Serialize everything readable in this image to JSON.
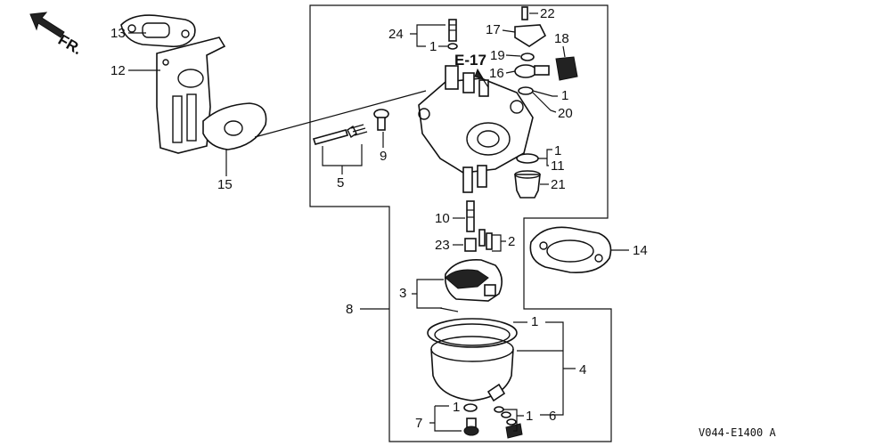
{
  "direction_marker": {
    "text": "FR."
  },
  "callouts": {
    "c1a": "1",
    "c1b": "1",
    "c1c": "1",
    "c1d": "1",
    "c1e": "1",
    "c1f": "1",
    "c2": "2",
    "c3": "3",
    "c4": "4",
    "c5": "5",
    "c6": "6",
    "c7": "7",
    "c8": "8",
    "c9": "9",
    "c10": "10",
    "c11": "11",
    "c12": "12",
    "c13": "13",
    "c14": "14",
    "c15": "15",
    "c16": "16",
    "c17": "17",
    "c18": "18",
    "c19": "19",
    "c20": "20",
    "c21": "21",
    "c22": "22",
    "c23": "23",
    "c24": "24"
  },
  "reference": {
    "text": "E-17"
  },
  "diagram_code": {
    "text": "V044-E1400 A"
  }
}
